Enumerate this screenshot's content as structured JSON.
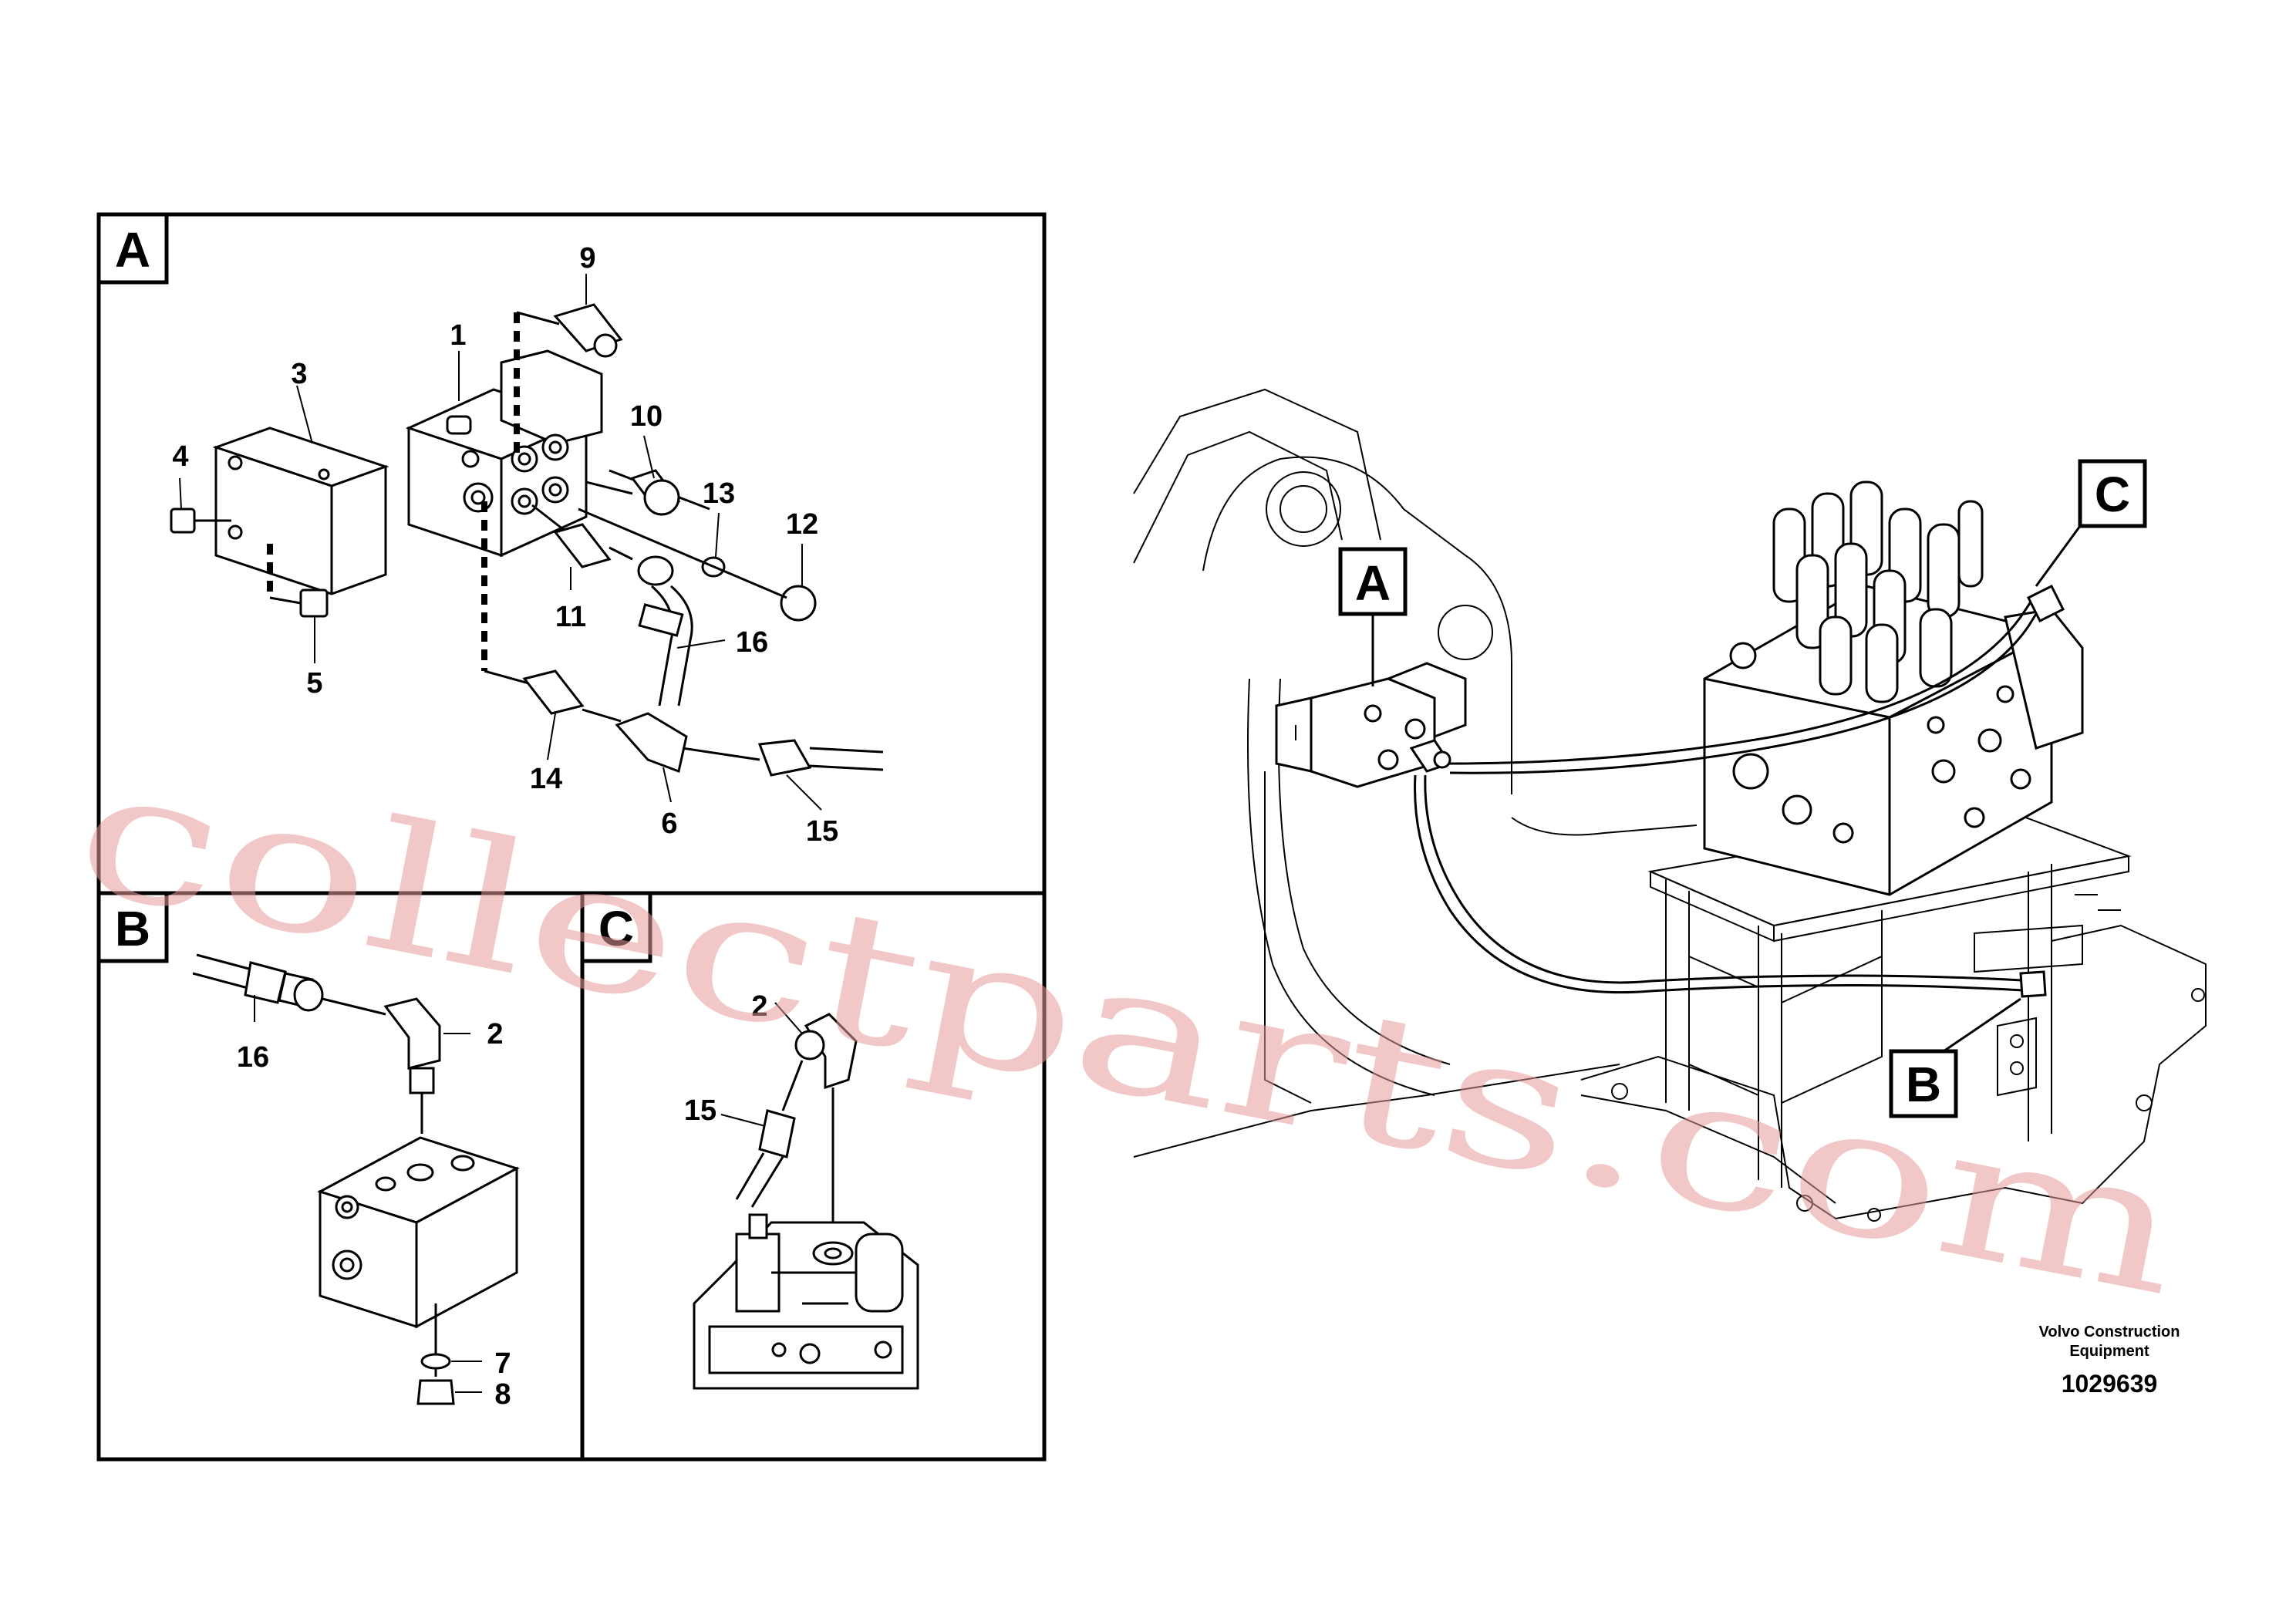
{
  "sections": {
    "a": "A",
    "b": "B",
    "c": "C"
  },
  "callouts": {
    "p1": "1",
    "p2b": "2",
    "p2c": "2",
    "p3": "3",
    "p4": "4",
    "p5": "5",
    "p6": "6",
    "p7": "7",
    "p8": "8",
    "p9": "9",
    "p10": "10",
    "p11": "11",
    "p12": "12",
    "p13": "13",
    "p14": "14",
    "p15a": "15",
    "p15c": "15",
    "p16a": "16",
    "p16b": "16"
  },
  "overview_markers": {
    "a": "A",
    "b": "B",
    "c": "C"
  },
  "credit": {
    "line1": "Volvo Construction",
    "line2": "Equipment"
  },
  "document_number": "1029639",
  "watermark": "collectparts.com"
}
